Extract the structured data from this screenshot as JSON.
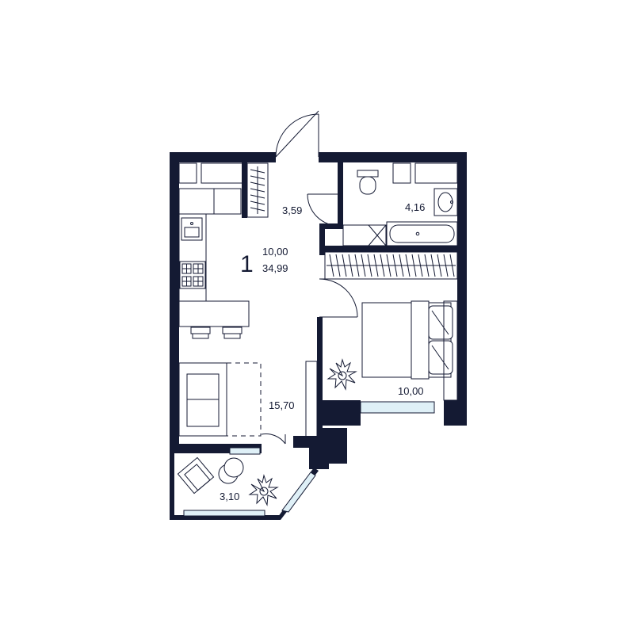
{
  "plan": {
    "room_count": "1",
    "living_area": "10,00",
    "total_area": "34,99"
  },
  "rooms": {
    "hall": {
      "area": "3,59"
    },
    "bathroom": {
      "area": "4,16"
    },
    "bedroom": {
      "area": "10,00"
    },
    "kitchen_living": {
      "area": "15,70"
    },
    "loggia": {
      "area": "3,10"
    }
  },
  "colors": {
    "walls": "#141a33",
    "glazing": "#dff0f7",
    "background": "#ffffff"
  },
  "icons": [
    "door-swing-icon",
    "toilet-icon",
    "sink-icon",
    "bathtub-icon",
    "wardrobe-icon",
    "stove-icon",
    "bed-icon",
    "sofa-icon",
    "armchair-icon",
    "plant-icon",
    "chair-icon"
  ]
}
